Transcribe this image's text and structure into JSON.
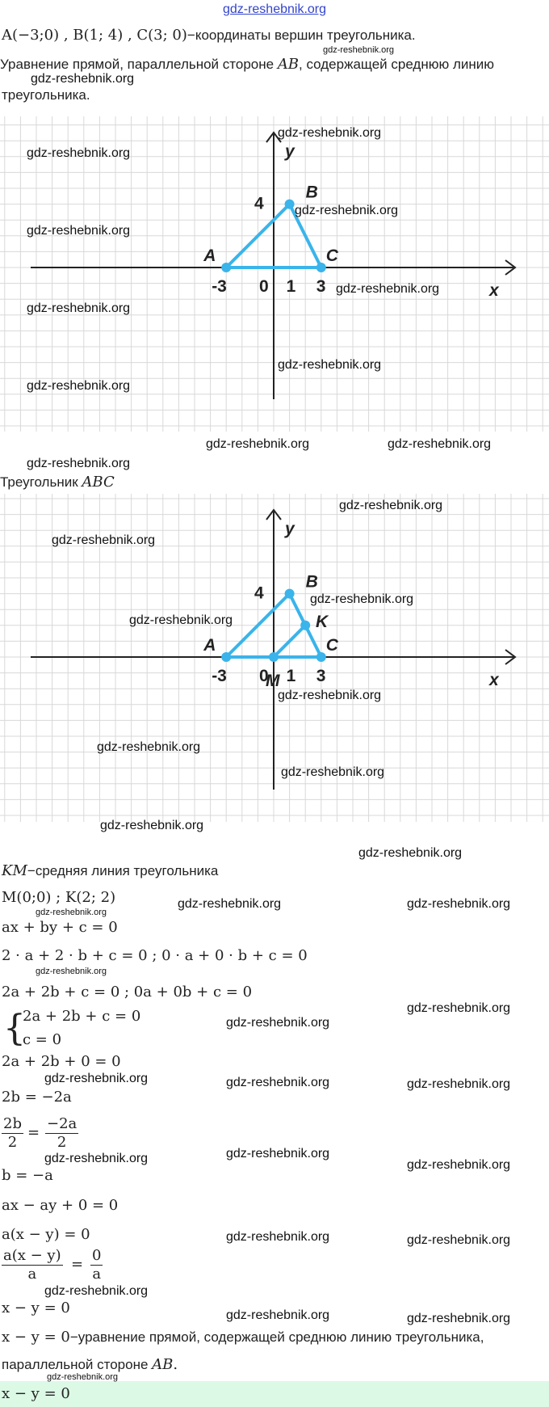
{
  "watermark": "gdz-reshebnik.org",
  "intro": {
    "vertices": "A(−3;0) ,  B(1; 4) ,  C(3; 0)",
    "vertices_text": "−координаты вершин треугольника.",
    "task_a": "Уравнение прямой, параллельной стороне ",
    "task_ab": "AB",
    "task_b": ", содержащей среднюю линию",
    "task_c": "треугольника."
  },
  "graph1": {
    "labels": {
      "A": "A",
      "B": "B",
      "C": "C",
      "x": "x",
      "y": "y",
      "t_m3": "-3",
      "t_0": "0",
      "t_1": "1",
      "t_3": "3",
      "t_4": "4"
    }
  },
  "caption2": {
    "text": "Треугольник ",
    "abc": "ABC"
  },
  "graph2": {
    "labels": {
      "A": "A",
      "B": "B",
      "C": "C",
      "K": "K",
      "M": "M",
      "x": "x",
      "y": "y",
      "t_m3": "-3",
      "t_0": "0",
      "t_1": "1",
      "t_3": "3",
      "t_4": "4"
    }
  },
  "solution": {
    "km": "KM",
    "km_text": "−средняя линия треугольника",
    "points": "M(0;0) ;  K(2;  2)",
    "l1": "ax + by + c = 0",
    "l2": "2 · a + 2 · b + c = 0 ;  0 · a + 0 · b + c = 0",
    "l3": "2a + 2b + c = 0 ;  0a + 0b + c = 0",
    "sys1": "2a + 2b + c = 0",
    "sys2": "c = 0",
    "l4": "2a + 2b + 0 = 0",
    "l5": "2b = −2a",
    "f1_num": "2b",
    "f1_den": "2",
    "f1_eq": "=",
    "f2_num": "−2a",
    "f2_den": "2",
    "l6": "b = −a",
    "l7": "ax − ay + 0 = 0",
    "l8": "a(x − y) = 0",
    "f3_num": "a(x − y)",
    "f3_den": "a",
    "f3_eq": "=",
    "f4_num": "0",
    "f4_den": "a",
    "l9": "x − y = 0",
    "c1": "x − y = 0",
    "c1_text": "−уравнение прямой, содержащей среднюю линию треугольника,",
    "c2": "параллельной стороне ",
    "c2_ab": "AB",
    "c2_end": ".",
    "answer": "x − y = 0"
  },
  "colors": {
    "line": "#3ab4ea",
    "grid": "#d8d8d8"
  }
}
